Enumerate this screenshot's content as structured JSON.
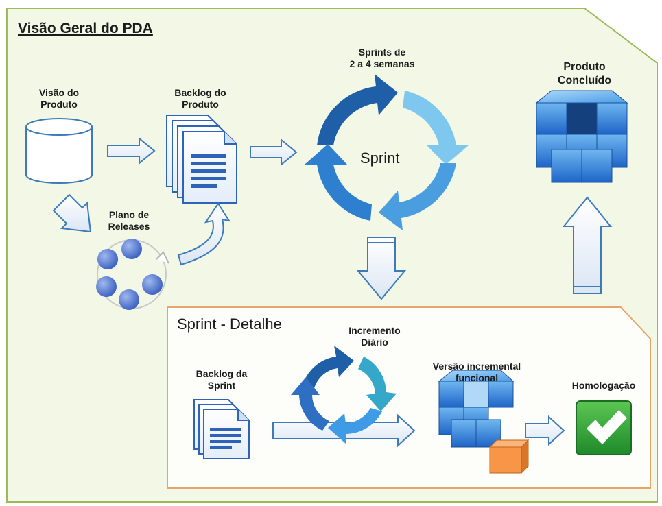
{
  "title": "Visão Geral do PDA",
  "labels": {
    "visao_produto": "Visão do\nProduto",
    "backlog_produto": "Backlog do\nProduto",
    "sprints_duracao": "Sprints de\n2 a 4 semanas",
    "produto_concluido": "Produto\nConcluído",
    "plano_releases": "Plano de\nReleases",
    "sprint_center": "Sprint",
    "sprint_detalhe": "Sprint - Detalhe",
    "incremento_diario": "Incremento\nDiário",
    "backlog_sprint": "Backlog da\nSprint",
    "versao_incremental": "Versão incremental\nfuncional",
    "homologacao": "Homologação"
  },
  "colors": {
    "outer_border": "#9bbb59",
    "outer_fill": "#f2f7e6",
    "inner_border": "#e7a46c",
    "inner_fill": "#fdfdf9",
    "blue_dark": "#1f5fa8",
    "blue_light": "#7ec8f0",
    "check_green": "#3aa834",
    "orange": "#f79646"
  }
}
